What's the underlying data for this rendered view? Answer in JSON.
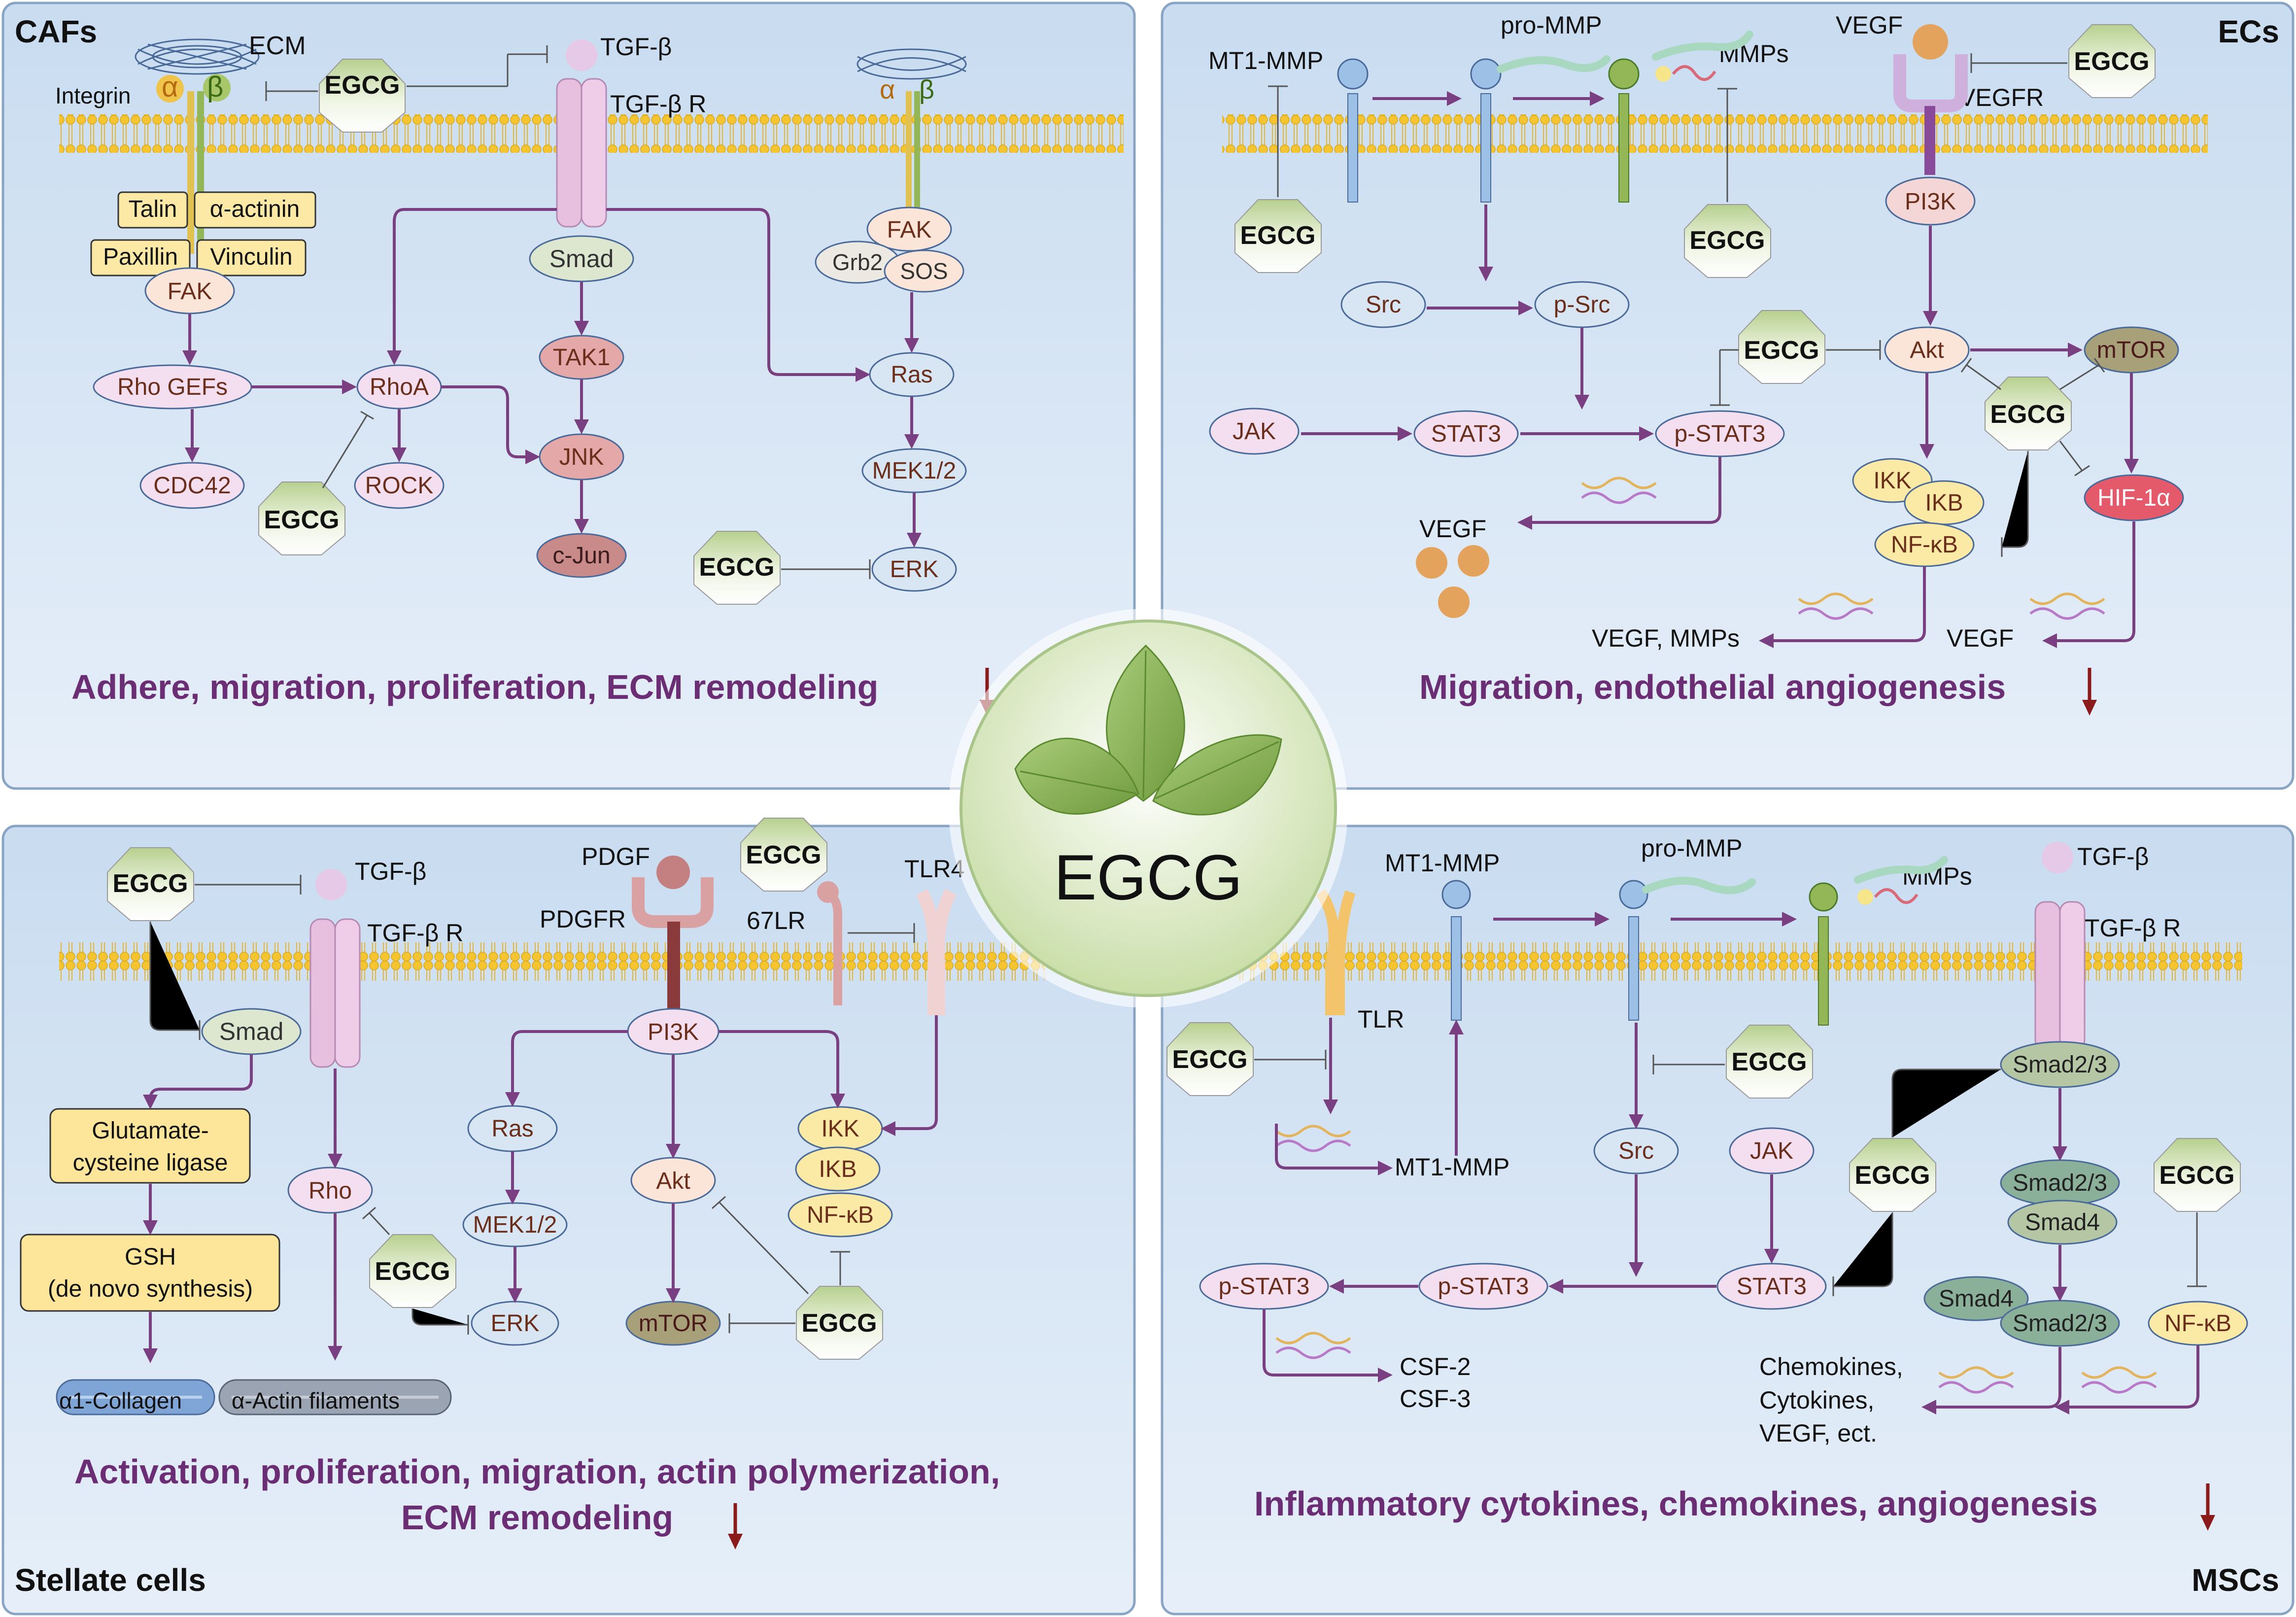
{
  "center": {
    "label": "EGCG"
  },
  "inhibitor": "EGCG",
  "panels": {
    "cafs": {
      "title": "CAFs",
      "outcome": "Adhere, migration, proliferation, ECM remodeling",
      "labels": {
        "ecm": "ECM",
        "integrin": "Integrin",
        "alpha": "α",
        "beta": "β",
        "tgfb": "TGF-β",
        "tgfbr": "TGF-β R",
        "talin": "Talin",
        "actinin": "α-actinin",
        "paxillin": "Paxillin",
        "vinculin": "Vinculin",
        "fak": "FAK",
        "fak2": "FAK",
        "grb2": "Grb2",
        "sos": "SOS",
        "smad": "Smad",
        "rhogefs": "Rho GEFs",
        "rhoa": "RhoA",
        "tak1": "TAK1",
        "ras": "Ras",
        "cdc42": "CDC42",
        "rock": "ROCK",
        "jnk": "JNK",
        "mek": "MEK1/2",
        "cjun": "c-Jun",
        "erk": "ERK"
      }
    },
    "ecs": {
      "title": "ECs",
      "outcome": "Migration, endothelial angiogenesis",
      "labels": {
        "mt1mmp": "MT1-MMP",
        "prommp": "pro-MMP",
        "mmps": "MMPs",
        "vegf_top": "VEGF",
        "vegfr": "VEGFR",
        "pi3k": "PI3K",
        "src": "Src",
        "psrc": "p-Src",
        "akt": "Akt",
        "mtor": "mTOR",
        "jak": "JAK",
        "stat3": "STAT3",
        "pstat3": "p-STAT3",
        "ikk": "IKK",
        "ikb": "IKB",
        "nfkb": "NF-κB",
        "hif": "HIF-1α",
        "vegf_out": "VEGF",
        "vegf_mmps": "VEGF, MMPs",
        "vegf_right": "VEGF"
      }
    },
    "stellate": {
      "title": "Stellate cells",
      "outcome1": "Activation, proliferation, migration, actin polymerization,",
      "outcome2": "ECM remodeling",
      "labels": {
        "tgfb": "TGF-β",
        "tgfbr": "TGF-β R",
        "pdgf": "PDGF",
        "pdgfr": "PDGFR",
        "lr67": "67LR",
        "tlr4": "TLR4",
        "smad": "Smad",
        "pi3k": "PI3K",
        "gcl1": "Glutamate-",
        "gcl2": "cysteine ligase",
        "ras": "Ras",
        "akt": "Akt",
        "ikk": "IKK",
        "ikb": "IKB",
        "nfkb": "NF-κB",
        "gsh1": "GSH",
        "gsh2": "(de novo synthesis)",
        "rho": "Rho",
        "mek": "MEK1/2",
        "erk": "ERK",
        "mtor": "mTOR",
        "collagen": "α1-Collagen",
        "actin": "α-Actin filaments"
      }
    },
    "mscs": {
      "title": "MSCs",
      "outcome": "Inflammatory cytokines, chemokines, angiogenesis",
      "labels": {
        "mt1mmp": "MT1-MMP",
        "prommp": "pro-MMP",
        "mmps": "MMPs",
        "tgfb": "TGF-β",
        "tgfbr": "TGF-β R",
        "tlr": "TLR",
        "mt1mmp2": "MT1-MMP",
        "smad23": "Smad2/3",
        "src": "Src",
        "jak": "JAK",
        "smad23b": "Smad2/3",
        "smad4": "Smad4",
        "pstat3a": "p-STAT3",
        "pstat3b": "p-STAT3",
        "stat3": "STAT3",
        "smad4b": "Smad4",
        "smad23c": "Smad2/3",
        "nfkb": "NF-κB",
        "csf2": "CSF-2",
        "csf3": "CSF-3",
        "out1": "Chemokines,",
        "out2": "Cytokines,",
        "out3": "VEGF, ect."
      }
    }
  },
  "colors": {
    "panel_fill": "#d3e2f3",
    "arrow": "#7a3f80",
    "outcome_text": "#6b2e74",
    "down_arrow": "#8b1a1a",
    "membrane": "#f3c640",
    "center_fill": "#e9f2d6"
  }
}
